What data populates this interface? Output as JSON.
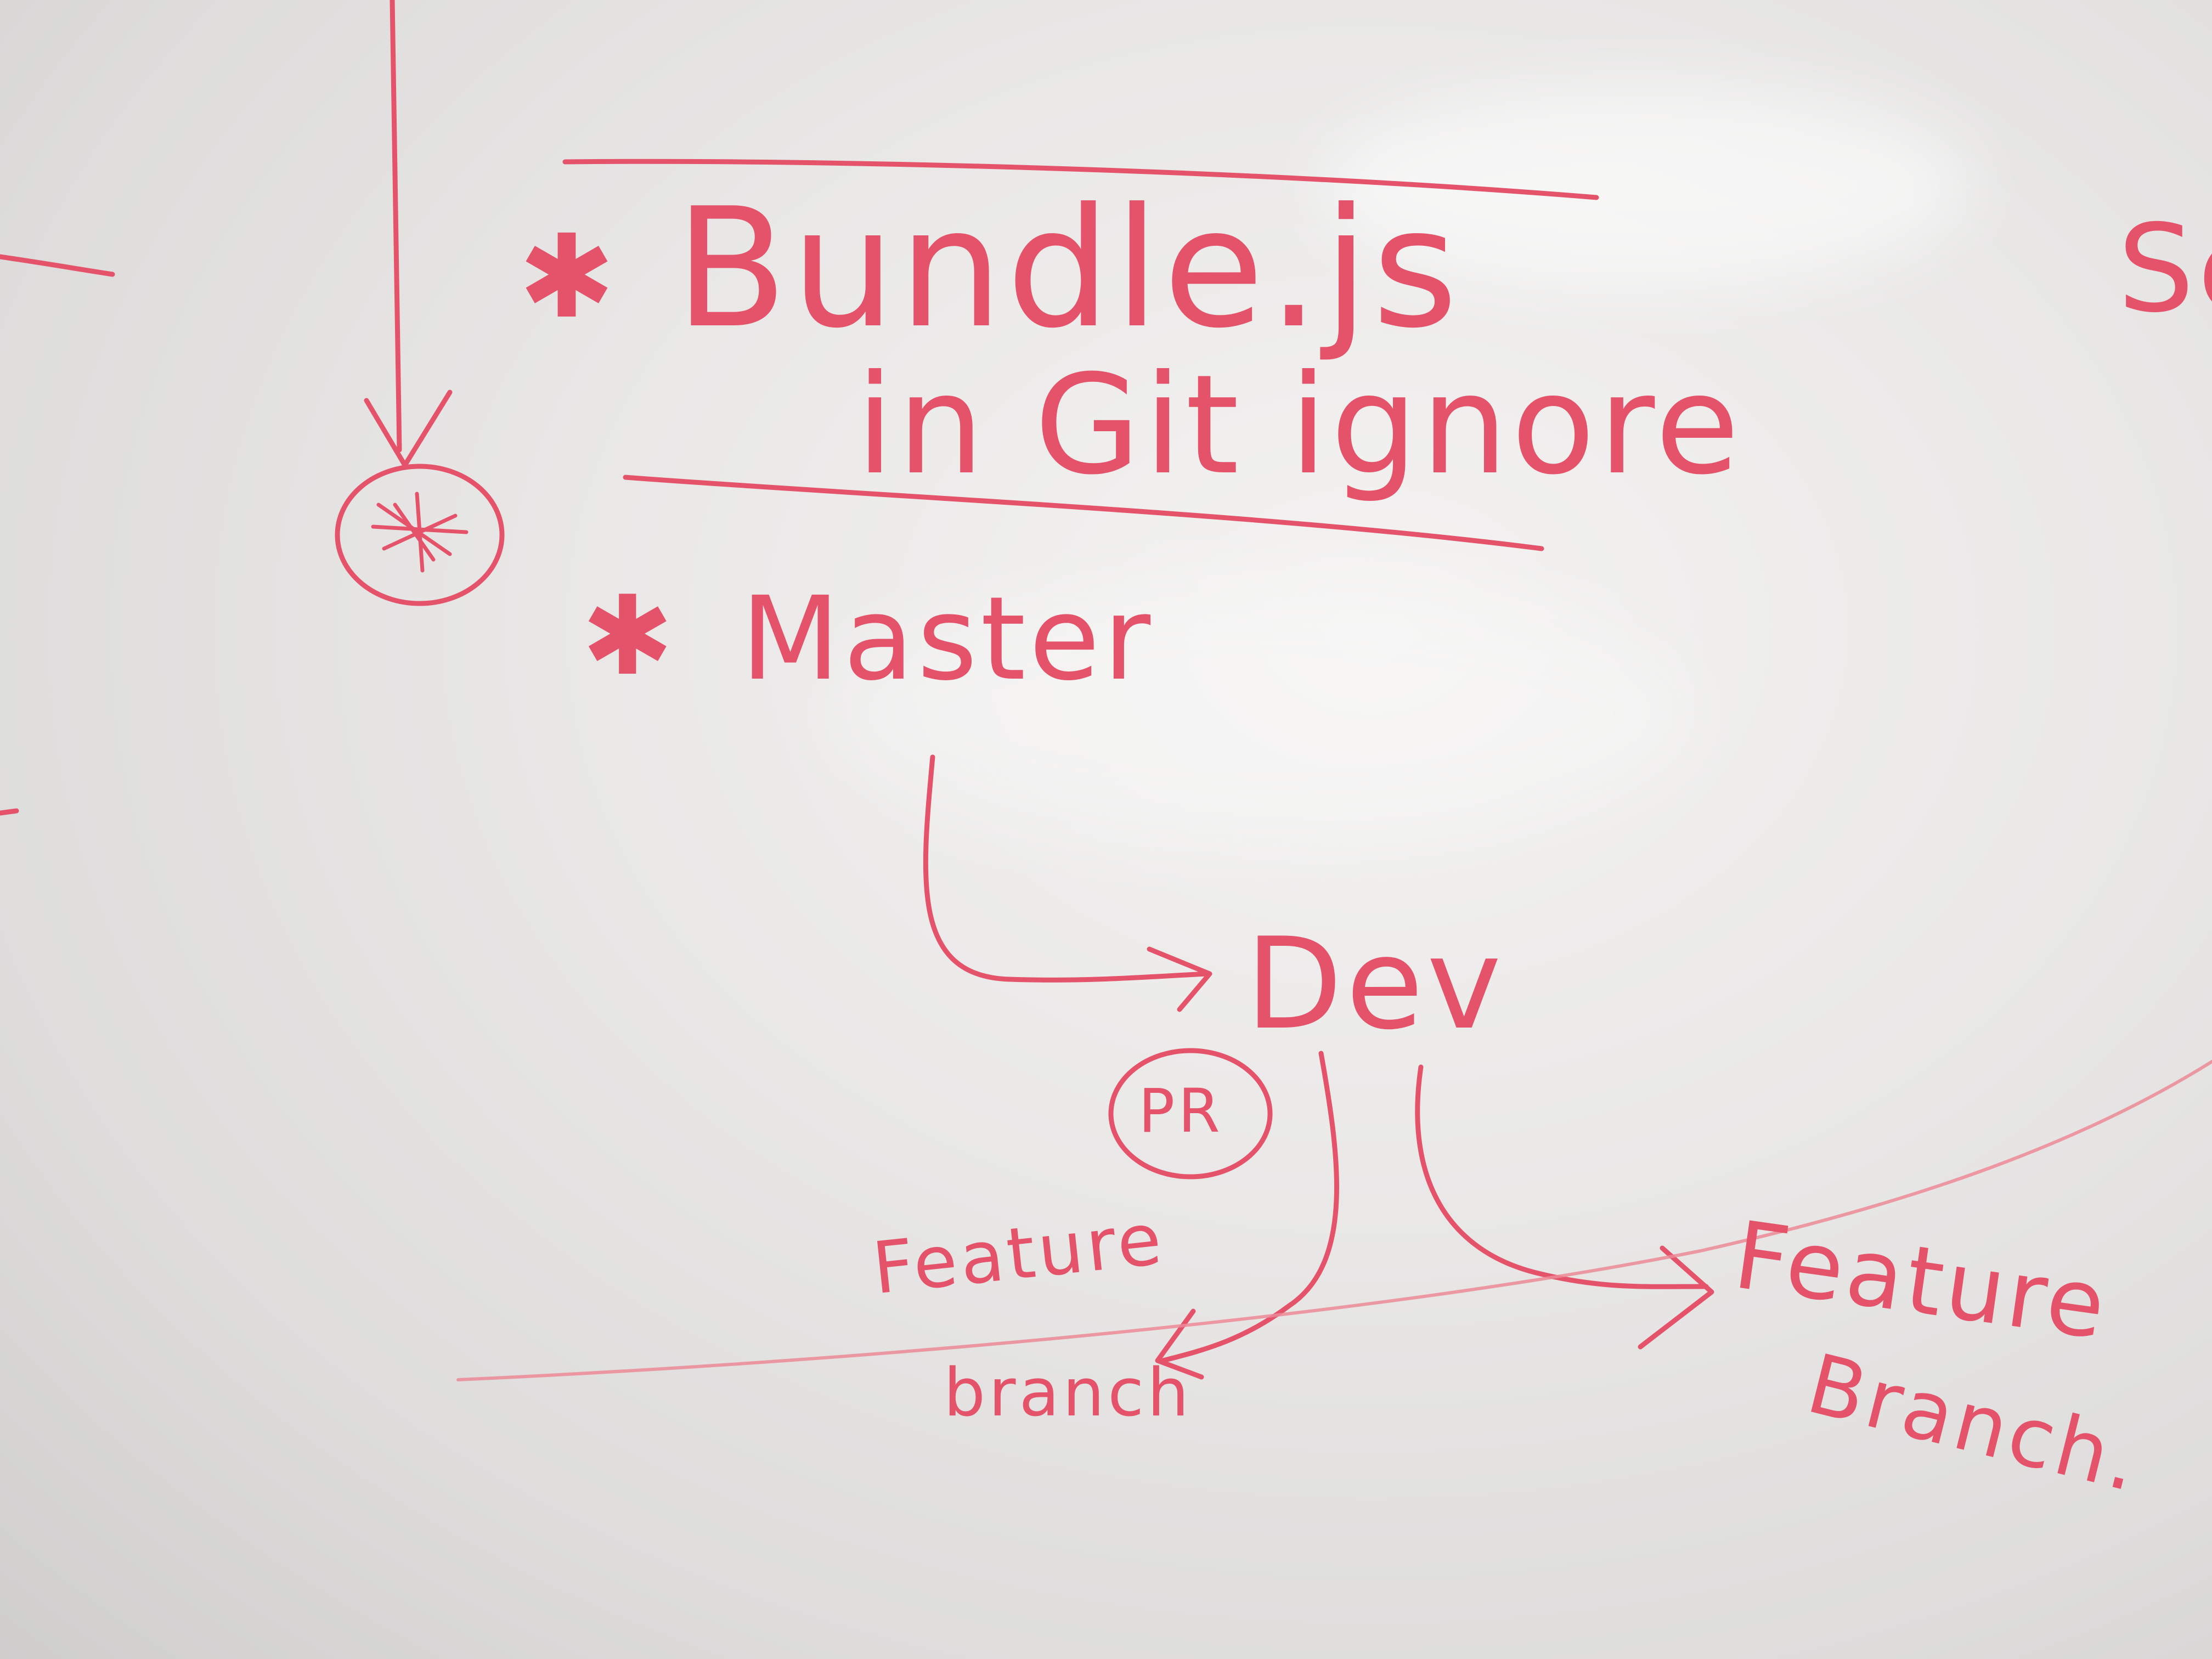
{
  "whiteboard": {
    "ink_color": "#e5536a",
    "ink_color_faint": "#ec8a96",
    "board_color": "#e8e7e6",
    "texts": {
      "bundle": "Bundle.js",
      "gitignore": "in Git ignore",
      "master": "Master",
      "dev": "Dev",
      "pr": "PR",
      "feature_left_line1": "Feature",
      "feature_left_line2": "branch",
      "feature_right_line1": "Feature",
      "feature_right_line2": "Branch.",
      "edge_fragment": "Se"
    },
    "bullets": {
      "bundle_bullet": "✱",
      "master_bullet": "✱",
      "circled_bullet": "✱"
    }
  }
}
